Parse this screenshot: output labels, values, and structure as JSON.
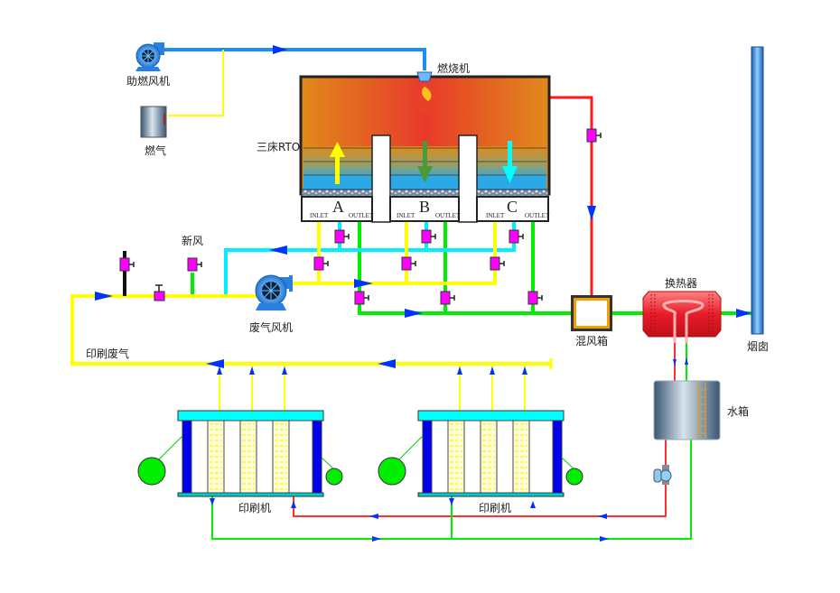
{
  "labels": {
    "combustion_fan": "助燃风机",
    "gas": "燃气",
    "burner": "燃烧机",
    "rto": "三床RTO",
    "fresh_air": "新风",
    "exhaust_fan": "废气风机",
    "print_exhaust": "印刷废气",
    "mixing_box": "混风箱",
    "heat_exchanger": "换热器",
    "chimney": "烟囱",
    "water_tank": "水箱",
    "printer_1": "印刷机",
    "printer_2": "印刷机"
  },
  "chambers": [
    {
      "name": "A",
      "inlet": "INLET",
      "outlet": "OUTLET"
    },
    {
      "name": "B",
      "inlet": "INLET",
      "outlet": "OUTLET"
    },
    {
      "name": "C",
      "inlet": "INLET",
      "outlet": "OUTLET"
    }
  ],
  "colors": {
    "combustion_air": "#1a8cff",
    "waste_gas": "#ffff00",
    "purge": "#00ffff",
    "clean_gas": "#00ff00",
    "hot_gas": "#ff2020",
    "valve": "#ff00ff",
    "arrow": "#0033ff"
  }
}
